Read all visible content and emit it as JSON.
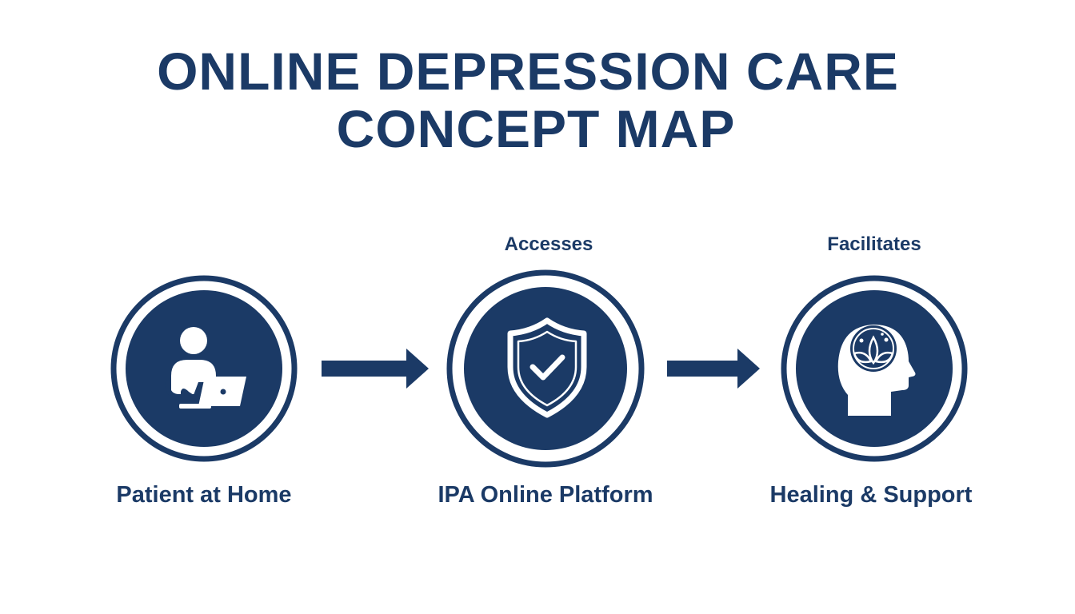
{
  "title": {
    "line1": "ONLINE DEPRESSION CARE",
    "line2": "CONCEPT MAP"
  },
  "colors": {
    "primary": "#1b3a66",
    "background": "#ffffff"
  },
  "nodes": [
    {
      "label": "Patient at Home",
      "icon": "person-laptop-icon"
    },
    {
      "label": "IPA Online Platform",
      "icon": "shield-check-icon"
    },
    {
      "label": "Healing & Support",
      "icon": "head-leaves-icon"
    }
  ],
  "edges": [
    {
      "label": "Accesses"
    },
    {
      "label": "Facilitates"
    }
  ]
}
